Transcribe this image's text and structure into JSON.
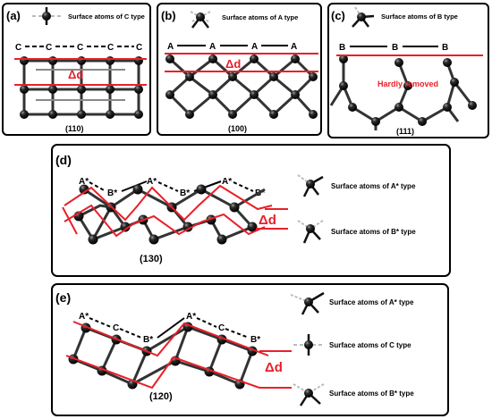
{
  "colors": {
    "accent": "#e8202a",
    "atom": "#111111",
    "frame": "#000000",
    "ghost": "#bdbdbd"
  },
  "panel_a": {
    "tag": "(a)",
    "legend": "Surface atoms of C type",
    "site_labels": [
      "C",
      "C",
      "C",
      "C",
      "C"
    ],
    "delta": "Δd",
    "facet": "(110)"
  },
  "panel_b": {
    "tag": "(b)",
    "legend": "Surface atoms of A type",
    "site_labels": [
      "A",
      "A",
      "A",
      "A"
    ],
    "delta": "Δd",
    "facet": "(100)"
  },
  "panel_c": {
    "tag": "(c)",
    "legend": "Surface atoms of B type",
    "site_labels": [
      "B",
      "B",
      "B"
    ],
    "note": "Hardly removed",
    "facet": "(111)"
  },
  "panel_d": {
    "tag": "(d)",
    "site_labels": [
      "A*",
      "B*",
      "A*",
      "B*",
      "A*",
      "B*"
    ],
    "delta": "Δd",
    "facet": "(130)",
    "legend": [
      "Surface atoms of A* type",
      "Surface atoms of B* type"
    ]
  },
  "panel_e": {
    "tag": "(e)",
    "site_labels": [
      "A*",
      "C",
      "B*",
      "A*",
      "C",
      "B*"
    ],
    "delta": "Δd",
    "facet": "(120)",
    "legend": [
      "Surface atoms of  A* type",
      "Surface atoms of C type",
      "Surface atoms of B* type"
    ]
  }
}
